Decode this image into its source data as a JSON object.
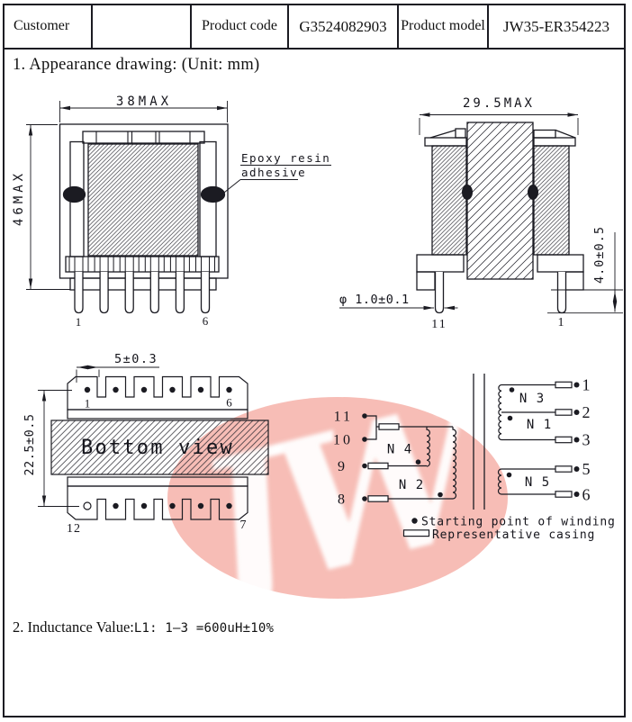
{
  "table": {
    "customer_label": "Customer",
    "customer_value": "",
    "product_code_label": "Product code",
    "product_code_value": "G3524082903",
    "product_model_label": "Product model",
    "product_model_value": "JW35-ER354223"
  },
  "section_title": "1.  Appearance drawing:  (Unit: mm)",
  "front_view": {
    "width_dim": "38MAX",
    "height_dim": "46MAX",
    "pin_first": "1",
    "pin_last": "6",
    "epoxy_note_line1": "Epoxy resin",
    "epoxy_note_line2": "adhesive"
  },
  "side_view": {
    "width_dim": "29.5MAX",
    "pin_dia_dim": "φ 1.0±0.1",
    "pin_length_dim": "4.0±0.5",
    "pin_left_label": "11",
    "pin_right_label": "1"
  },
  "bottom_view": {
    "pitch_dim": "5±0.3",
    "row_dim": "22.5±0.5",
    "label": "Bottom view",
    "pin_top_left": "1",
    "pin_top_right": "6",
    "pin_bottom_left": "12",
    "pin_bottom_right": "7"
  },
  "schematic": {
    "left_pins": [
      "11",
      "10",
      "9",
      "8"
    ],
    "right_pins": [
      "1",
      "2",
      "3",
      "5",
      "6"
    ],
    "windings": {
      "n3": "N 3",
      "n1": "N 1",
      "n4": "N 4",
      "n2": "N 2",
      "n5": "N 5"
    },
    "legend_start": "Starting point of winding",
    "legend_casing": "Representative casing"
  },
  "inductance": {
    "prefix": "2.  Inductance Value:",
    "value": "L1: 1—3 =600uH±10%"
  },
  "watermark": {
    "letters": "JW",
    "color": "#f0897d"
  }
}
